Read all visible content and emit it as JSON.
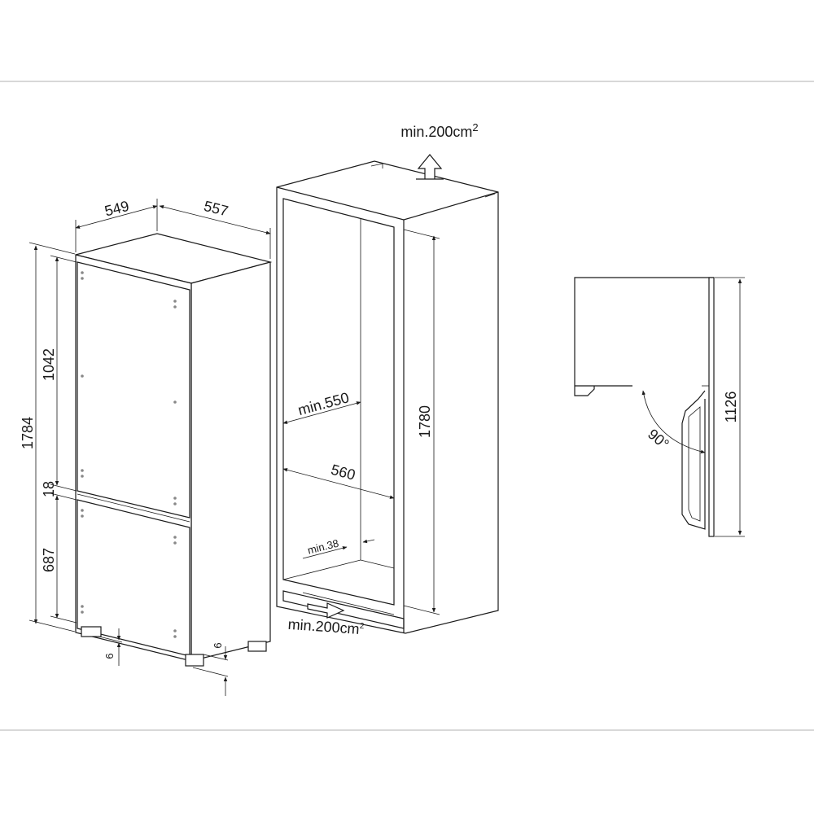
{
  "appliance_dims": {
    "depth": "549",
    "width": "557",
    "total_height": "1784",
    "fridge_height": "1042",
    "gap_height": "18",
    "freezer_height": "687",
    "foot_left": "6",
    "foot_right": "6"
  },
  "niche_dims": {
    "vent_top": "min.200cm",
    "vent_bottom": "min.200cm",
    "vent_unit_sup": "2",
    "min_depth": "min.550",
    "width": "560",
    "height": "1780",
    "min_side": "min.38"
  },
  "door_detail": {
    "height": "1126",
    "angle": "90°"
  }
}
